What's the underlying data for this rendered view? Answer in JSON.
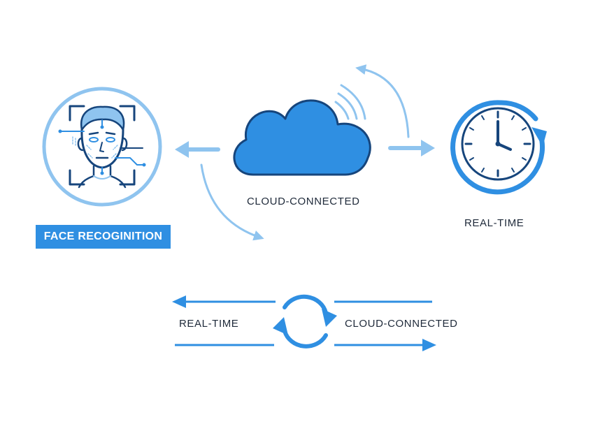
{
  "nodes": {
    "face": {
      "badge": "FACE RECOGINITION",
      "icon": "face-scan-icon"
    },
    "cloud": {
      "label": "CLOUD-CONNECTED",
      "icon": "cloud-wifi-icon"
    },
    "clock": {
      "label": "REAL-TIME",
      "icon": "clock-refresh-icon"
    }
  },
  "sync_row": {
    "left_label": "REAL-TIME",
    "right_label": "CLOUD-CONNECTED",
    "icon": "sync-icon"
  },
  "colors": {
    "primary": "#2f8fe2",
    "light": "#8fc4ef",
    "dark": "#16457c",
    "text": "#1f2a3a"
  }
}
